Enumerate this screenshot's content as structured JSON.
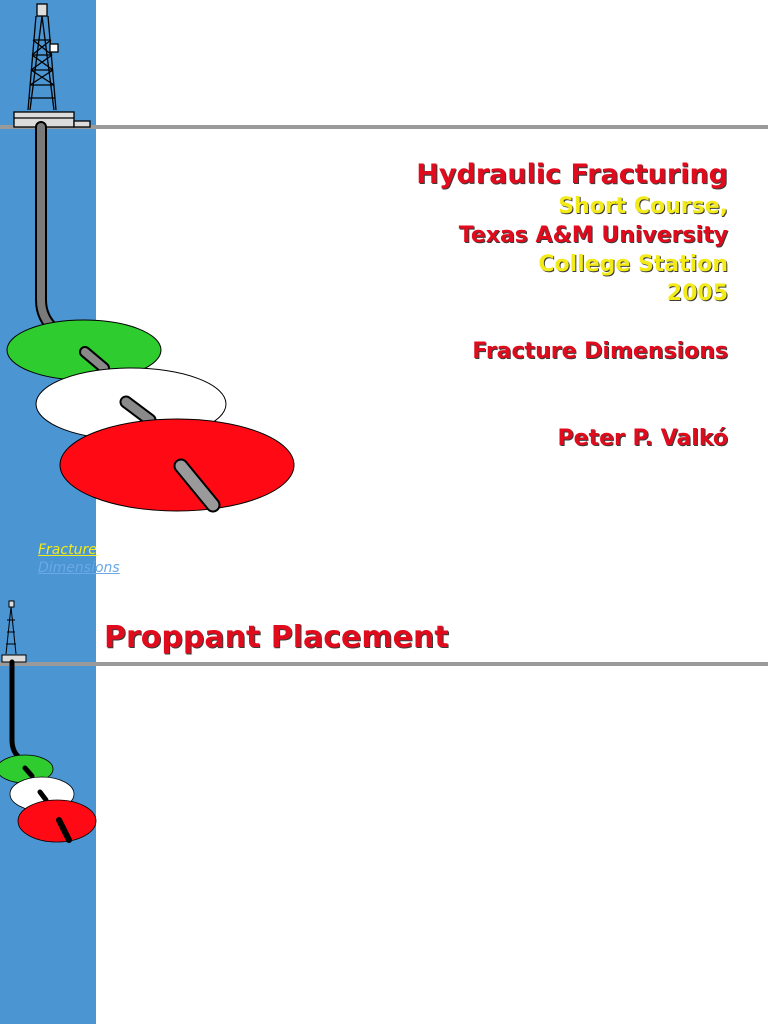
{
  "slide1": {
    "title": "Hydraulic Fracturing",
    "lines": [
      "Short Course,",
      "Texas A&M University",
      "College Station",
      "2005"
    ],
    "topic": "Fracture Dimensions",
    "author": "Peter P. Valkó"
  },
  "link": {
    "line1": "Fracture",
    "line2": "Dimensions"
  },
  "slide2": {
    "title": "Proppant Placement"
  },
  "colors": {
    "sidebar": "#4a95d2",
    "title_red": "#e00b1c",
    "subtitle_yellow": "#f3ea1a",
    "fracture_green": "#2fcc2f",
    "fracture_white": "#ffffff",
    "fracture_red": "#ff0a14",
    "rule_gray": "#9a9a9a"
  }
}
